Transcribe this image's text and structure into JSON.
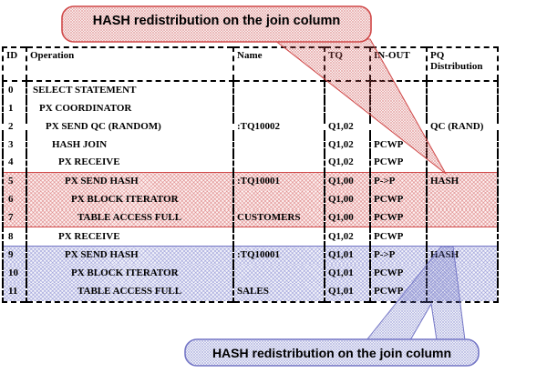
{
  "callouts": {
    "top": {
      "label": "HASH redistribution on the join column"
    },
    "bottom": {
      "label": "HASH redistribution on the join column"
    }
  },
  "colors": {
    "pink_border": "#d04848",
    "pink_hatch": "#cd5555",
    "blue_border": "#7577c6",
    "blue_hatch": "#6f74c4",
    "table_border": "#000000"
  },
  "table": {
    "columns": [
      "ID",
      "Operation",
      "Name",
      "TQ",
      "IN-OUT",
      "PQ Distribution"
    ],
    "rows": [
      {
        "id": "0",
        "operation": "SELECT STATEMENT",
        "indent": 0,
        "name": "",
        "tq": "",
        "inout": "",
        "pq": "",
        "highlight": ""
      },
      {
        "id": "1",
        "operation": "PX COORDINATOR",
        "indent": 1,
        "name": "",
        "tq": "",
        "inout": "",
        "pq": "",
        "highlight": ""
      },
      {
        "id": "2",
        "operation": "PX SEND QC (RANDOM)",
        "indent": 2,
        "name": ":TQ10002",
        "tq": "Q1,02",
        "inout": "",
        "pq": "QC (RAND)",
        "highlight": ""
      },
      {
        "id": "3",
        "operation": "HASH JOIN",
        "indent": 3,
        "name": "",
        "tq": "Q1,02",
        "inout": "PCWP",
        "pq": "",
        "highlight": ""
      },
      {
        "id": "4",
        "operation": "PX RECEIVE",
        "indent": 4,
        "name": "",
        "tq": "Q1,02",
        "inout": "PCWP",
        "pq": "",
        "highlight": ""
      },
      {
        "id": "5",
        "operation": "PX SEND HASH",
        "indent": 5,
        "name": ":TQ10001",
        "tq": "Q1,00",
        "inout": "P->P",
        "pq": "HASH",
        "highlight": "pink"
      },
      {
        "id": "6",
        "operation": "PX BLOCK ITERATOR",
        "indent": 6,
        "name": "",
        "tq": "Q1,00",
        "inout": "PCWP",
        "pq": "",
        "highlight": "pink"
      },
      {
        "id": "7",
        "operation": "TABLE ACCESS FULL",
        "indent": 7,
        "name": "CUSTOMERS",
        "tq": "Q1,00",
        "inout": "PCWP",
        "pq": "",
        "highlight": "pink"
      },
      {
        "id": "8",
        "operation": "PX RECEIVE",
        "indent": 4,
        "name": "",
        "tq": "Q1,02",
        "inout": "PCWP",
        "pq": "",
        "highlight": ""
      },
      {
        "id": "9",
        "operation": "PX SEND HASH",
        "indent": 5,
        "name": ":TQ10001",
        "tq": "Q1,01",
        "inout": "P->P",
        "pq": "HASH",
        "highlight": "blue"
      },
      {
        "id": "10",
        "operation": "PX BLOCK ITERATOR",
        "indent": 6,
        "name": "",
        "tq": "Q1,01",
        "inout": "PCWP",
        "pq": "",
        "highlight": "blue"
      },
      {
        "id": "11",
        "operation": "TABLE ACCESS FULL",
        "indent": 7,
        "name": "SALES",
        "tq": "Q1,01",
        "inout": "PCWP",
        "pq": "",
        "highlight": "blue"
      }
    ]
  }
}
